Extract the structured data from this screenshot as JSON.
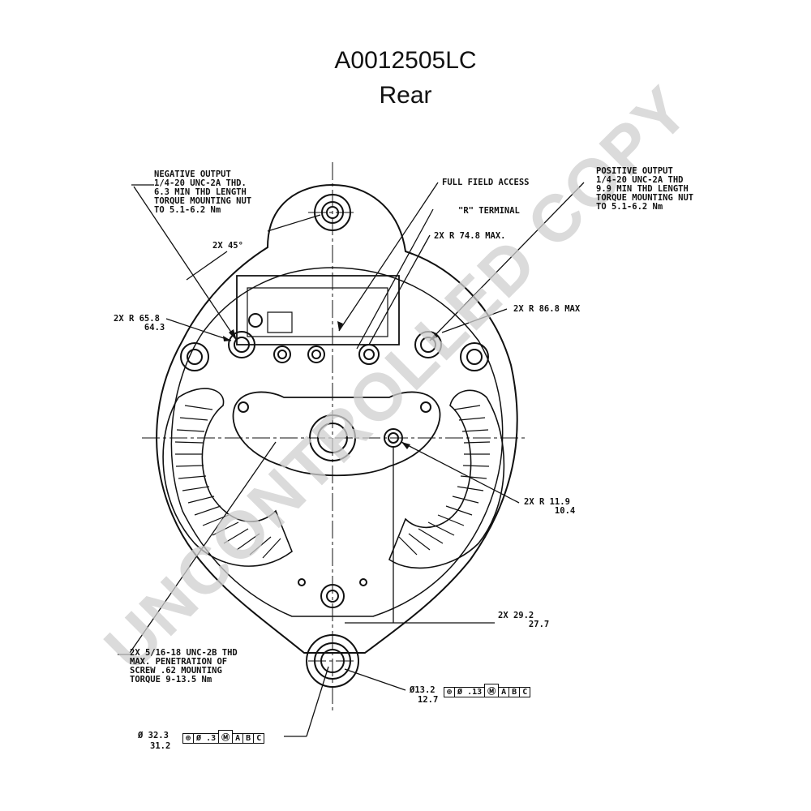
{
  "header": {
    "part_number": "A0012505LC",
    "view": "Rear"
  },
  "watermark": "UNCONTROLLED COPY",
  "callouts": {
    "negative_output": "NEGATIVE OUTPUT\n1/4-20 UNC-2A THD.\n6.3 MIN THD LENGTH\nTORQUE MOUNTING NUT\nTO 5.1-6.2 Nm",
    "full_field_access": "FULL FIELD ACCESS",
    "r_terminal": "\"R\" TERMINAL",
    "r_max": "2X R 74.8 MAX.",
    "positive_output": "POSITIVE OUTPUT\n1/4-20 UNC-2A THD\n9.9 MIN THD LENGTH\nTORQUE MOUNTING NUT\nTO 5.1-6.2 Nm",
    "angle": "2X 45°",
    "r_65": "2X R 65.8\n      64.3",
    "r_86": "2X R 86.8 MAX",
    "r_11": "2X R 11.9\n      10.4",
    "dim_29": "2X 29.2\n      27.7",
    "screw": "2X 5/16-18 UNC-2B THD\nMAX. PENETRATION OF\nSCREW .62 MOUNTING\nTORQUE 9-13.5 Nm",
    "dia_13_top": "Ø13.2",
    "dia_13_bottom": "12.7",
    "dia_32_top": "Ø 32.3",
    "dia_32_bottom": "31.2"
  },
  "feature_control": {
    "small": [
      "⊕",
      "Ø .13",
      "Ⓜ",
      "A",
      "B",
      "C"
    ],
    "large": [
      "⊕",
      "Ø .3",
      "Ⓜ",
      "A",
      "B",
      "C"
    ]
  }
}
